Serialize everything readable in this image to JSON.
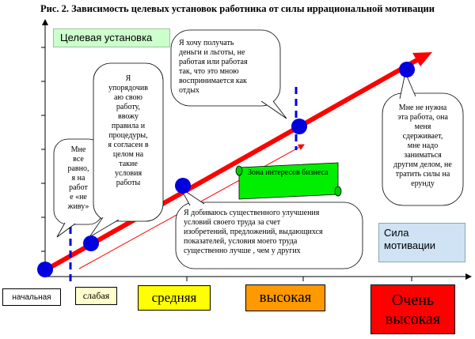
{
  "title": "Рис. 2. Зависимость целевых установок работника от силы иррациональной мотивации",
  "y_axis_label": "Целевая установка",
  "x_axis_label": "Сила мотивации",
  "zone_label": "Зона интересов бизнеса",
  "levels": [
    {
      "label": "начальная",
      "color": "#ffffff"
    },
    {
      "label": "слабая",
      "color": "#ffffcc"
    },
    {
      "label": "средняя",
      "color": "#ffff00"
    },
    {
      "label": "высокая",
      "color": "#ff9900"
    },
    {
      "label": "Очень высокая",
      "color": "#ff0000"
    }
  ],
  "bubbles": [
    {
      "lines": [
        "Мне",
        "все",
        "равно,",
        "я на",
        "работ",
        "е «не",
        "живу»"
      ]
    },
    {
      "lines": [
        "Я",
        "упорядочив",
        "аю свою",
        "работу,",
        "ввожу",
        "правила и",
        "процедуры,",
        "я согласен в",
        "целом на",
        "такие",
        "условия",
        "работы"
      ]
    },
    {
      "lines": [
        "Я хочу получать",
        "деньги и льготы, не",
        "работая или работая",
        "так, что это мною",
        "воспринимается как",
        "отдых"
      ]
    },
    {
      "lines": [
        "Мне не нужна",
        "эта работа, она",
        "меня",
        "сдерживает,",
        "мне надо",
        "заниматься",
        "другим делом, не",
        "тратить силы на",
        "ерунду"
      ]
    },
    {
      "lines": [
        "Я добиваюсь существенного улучшения",
        "условий своего труда за счет",
        "изобретений, предложений, выдающихся",
        "показателей, условия моего труда",
        "существенно лучше , чем у других"
      ]
    }
  ],
  "colors": {
    "arrow": "#ff0000",
    "point": "#0000dd",
    "dash": "#0000dd",
    "zone": "#00ee00",
    "axis": "#000000"
  }
}
